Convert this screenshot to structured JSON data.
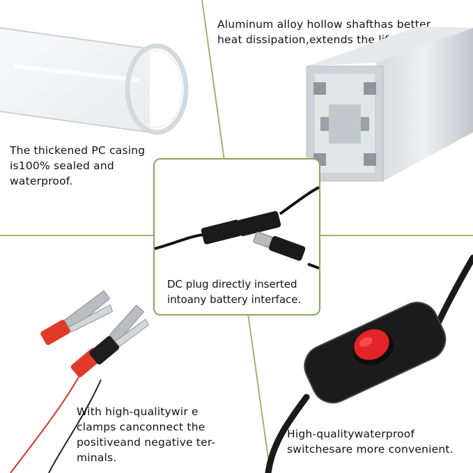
{
  "panels": {
    "pc_casing": {
      "text": [
        "The thickened PC casing",
        "is100% sealed and",
        "waterproof."
      ]
    },
    "aluminum": {
      "text": [
        "Aluminum alloy hollow shafthas better",
        "heat dissipation,extends the lifespan."
      ]
    },
    "dc_plug": {
      "text": [
        "DC plug directly inserted",
        "intoany battery interface."
      ]
    },
    "clamps": {
      "text": [
        "With high-qualitywir e",
        "clamps canconnect the",
        "positiveand negative ter-",
        "minals."
      ]
    },
    "switch": {
      "text": [
        "High-qualitywaterproof",
        "switchesare more convenient."
      ]
    }
  },
  "colors": {
    "divider": "#9db56a",
    "clamp_red": "#e23a2a",
    "switch_red": "#e5232b"
  },
  "icons": [
    "pc-tube-image",
    "aluminum-profile-image",
    "dc-cable-image",
    "alligator-clips-image",
    "rocker-switch-image"
  ]
}
